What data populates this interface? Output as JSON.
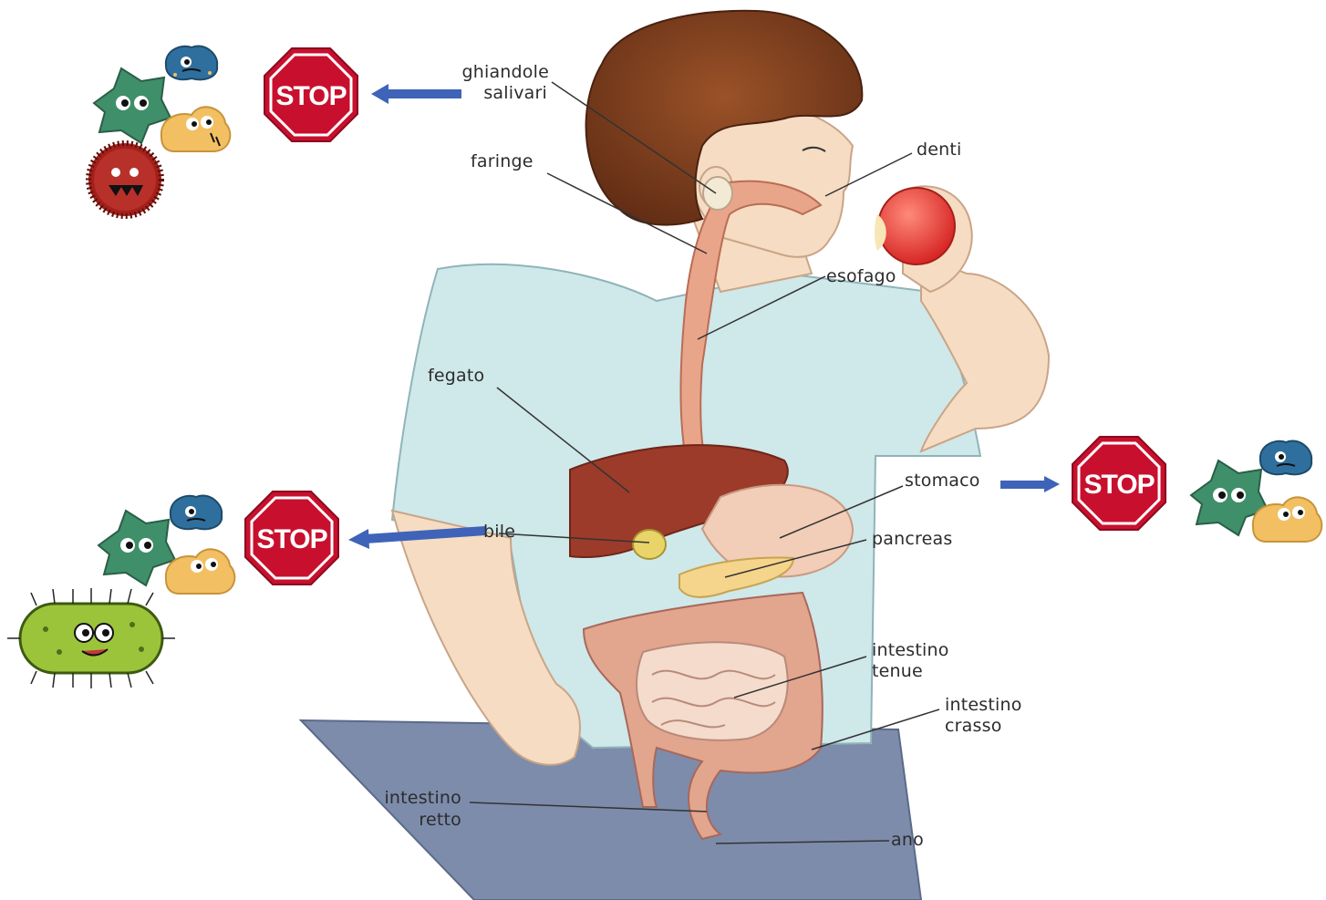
{
  "labels": {
    "salivary_glands_line1": "ghiandole",
    "salivary_glands_line2": "salivari",
    "pharynx": "faringe",
    "teeth": "denti",
    "esophagus": "esofago",
    "liver": "fegato",
    "stomach": "stomaco",
    "bile": "bile",
    "pancreas": "pancreas",
    "small_intestine_line1": "intestino",
    "small_intestine_line2": "tenue",
    "large_intestine_line1": "intestino",
    "large_intestine_line2": "crasso",
    "rectum_line1": "intestino",
    "rectum_line2": "retto",
    "anus": "ano"
  },
  "stop_signs": [
    {
      "text": "STOP",
      "target": "ghiandole salivari"
    },
    {
      "text": "STOP",
      "target": "bile"
    },
    {
      "text": "STOP",
      "target": "stomaco"
    }
  ],
  "colors": {
    "stop_red": "#c8102e",
    "arrow_blue": "#3f63b8",
    "hair": "#7b3d1e",
    "skin": "#f6dcc2",
    "shirt": "#cfe8ea",
    "jeans": "#7d8cab",
    "liver": "#9c3b2a",
    "intestine": "#e2a58e",
    "germ_green": "#3f8f6a",
    "germ_blue": "#2f6f9e",
    "germ_orange": "#f2c063",
    "germ_red": "#a3201a",
    "bacillus_green": "#9cc43b"
  },
  "icons": [
    "stop-sign-icon",
    "arrow-left-icon",
    "arrow-right-icon",
    "germ-icon",
    "bacillus-icon",
    "apple-icon"
  ]
}
